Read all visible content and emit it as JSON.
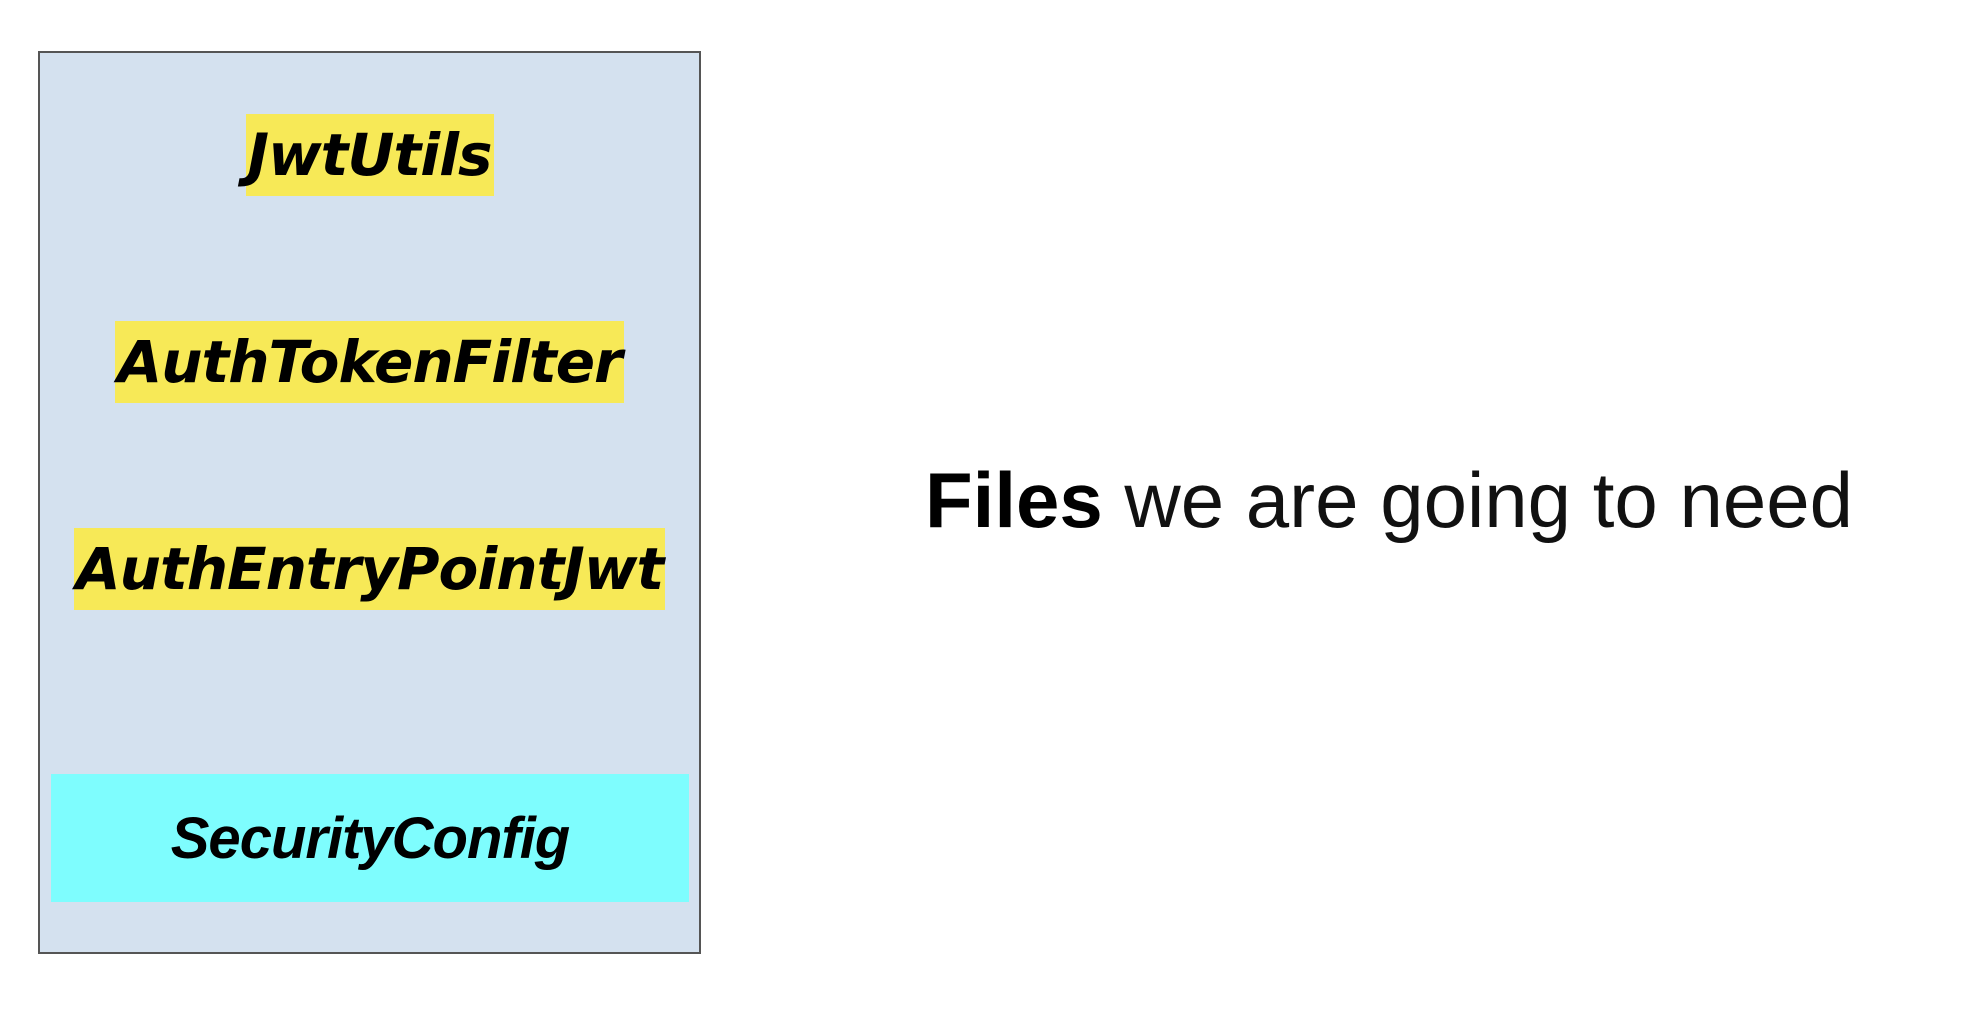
{
  "files_panel": {
    "items": [
      {
        "label": "JwtUtils",
        "highlight": "#f7e957"
      },
      {
        "label": "AuthTokenFilter",
        "highlight": "#f7e957"
      },
      {
        "label": "AuthEntryPointJwt",
        "highlight": "#f7e957"
      }
    ],
    "config": {
      "label": "SecurityConfig",
      "highlight": "#7efdfe"
    },
    "background": "#d4e1ef"
  },
  "heading": {
    "bold": "Files",
    "rest": " we are going to need"
  }
}
